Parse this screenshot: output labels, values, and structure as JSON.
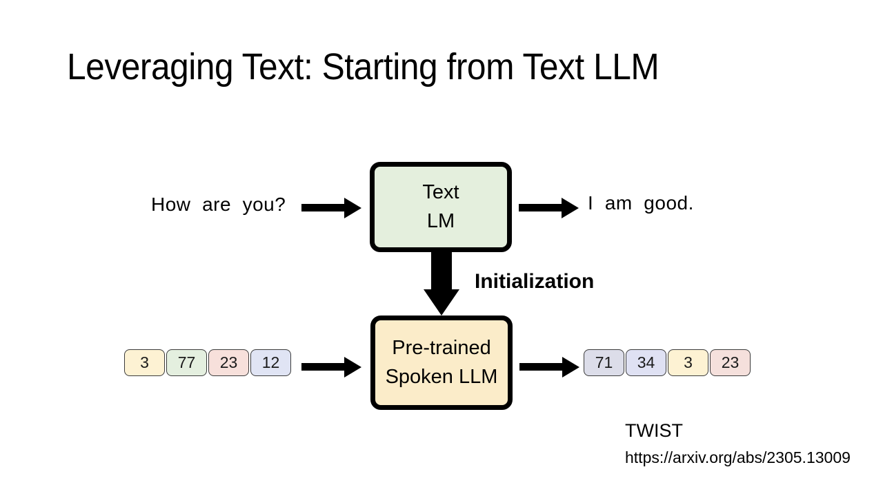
{
  "slide": {
    "title": "Leveraging Text: Starting from Text LLM",
    "background_color": "#ffffff"
  },
  "flow": {
    "text_track": {
      "input_text": "How  are  you?",
      "model_line1": "Text",
      "model_line2": "LM",
      "model_fill_color": "#e4efdd",
      "output_text": "I  am  good."
    },
    "initialization": {
      "label": "Initialization",
      "direction": "down"
    },
    "speech_track": {
      "model_line1": "Pre-trained",
      "model_line2": "Spoken LLM",
      "model_fill_color": "#fbecc9",
      "input_tokens": [
        {
          "value": "3",
          "color": "#fdf2d3"
        },
        {
          "value": "77",
          "color": "#e4efdf"
        },
        {
          "value": "23",
          "color": "#f7e0db"
        },
        {
          "value": "12",
          "color": "#e0e4f4"
        }
      ],
      "output_tokens": [
        {
          "value": "71",
          "color": "#dcdde9"
        },
        {
          "value": "34",
          "color": "#dfe1f3"
        },
        {
          "value": "3",
          "color": "#fdf2d3"
        },
        {
          "value": "23",
          "color": "#f5e0dc"
        }
      ]
    }
  },
  "credit": {
    "name": "TWIST",
    "url": "https://arxiv.org/abs/2305.13009"
  }
}
